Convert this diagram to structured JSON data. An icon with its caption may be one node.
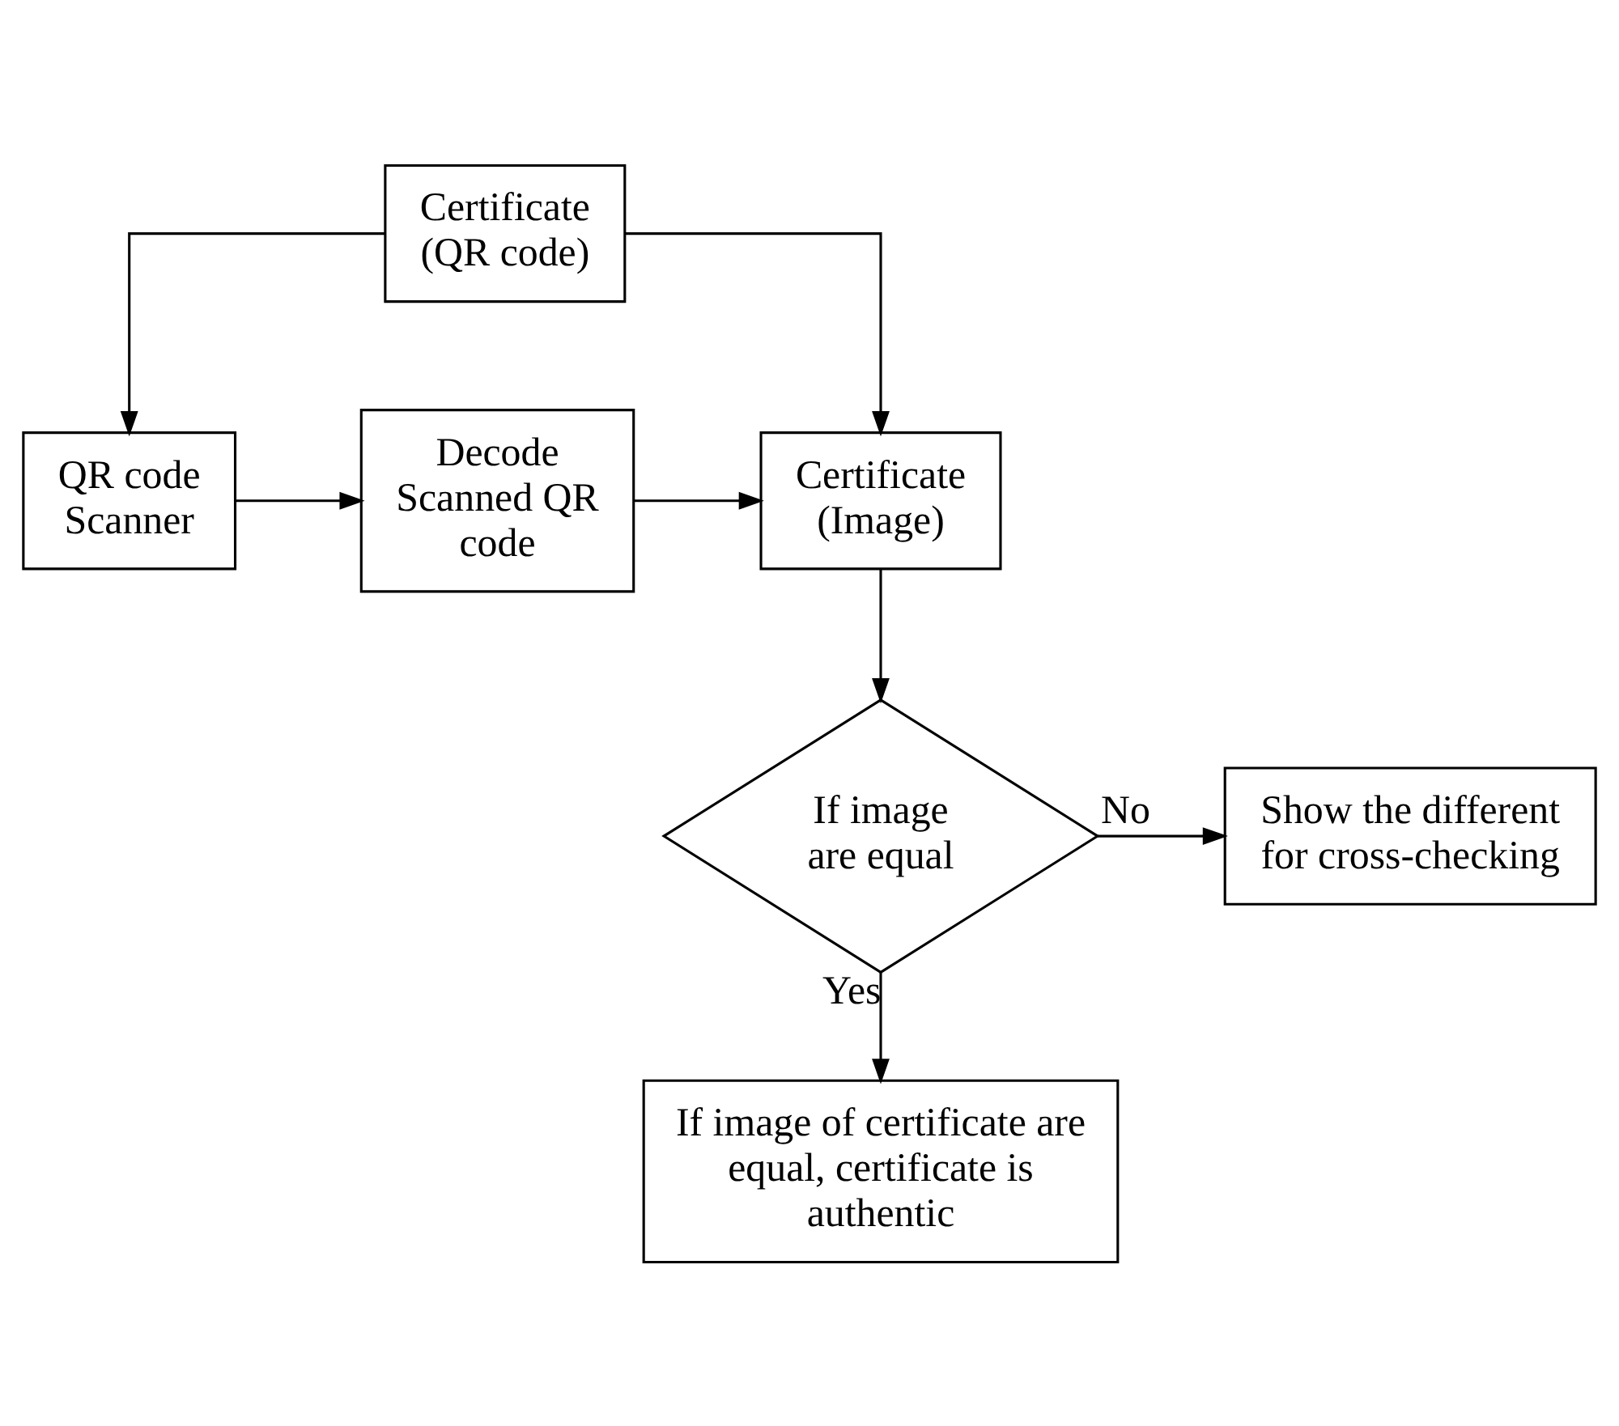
{
  "diagram": {
    "nodes": [
      {
        "text": [
          "Certificate (QR code)"
        ]
      },
      {
        "text": [
          "QR code Scanner"
        ]
      },
      {
        "text": [
          "Decode Scanned QR code"
        ]
      },
      {
        "text": [
          "Certificate (Image)"
        ]
      },
      {
        "text": [
          "If image are equal"
        ]
      },
      {
        "text": [
          "Show the different for cross-checking"
        ]
      },
      {
        "text": [
          "If image of certificate are equal, certificate is authentic"
        ]
      }
    ],
    "edges": [
      {
        "from": 0,
        "to": 1,
        "arrow": "to"
      },
      {
        "from": 0,
        "to": 3,
        "arrow": "to"
      },
      {
        "from": 1,
        "to": 2,
        "arrow": "to"
      },
      {
        "from": 2,
        "to": 3,
        "arrow": "to"
      },
      {
        "from": 3,
        "to": 4,
        "arrow": "to"
      },
      {
        "from": 4,
        "to": 5,
        "arrow": "to",
        "label": "No"
      },
      {
        "from": 4,
        "to": 6,
        "arrow": "to",
        "label": "Yes"
      }
    ]
  }
}
